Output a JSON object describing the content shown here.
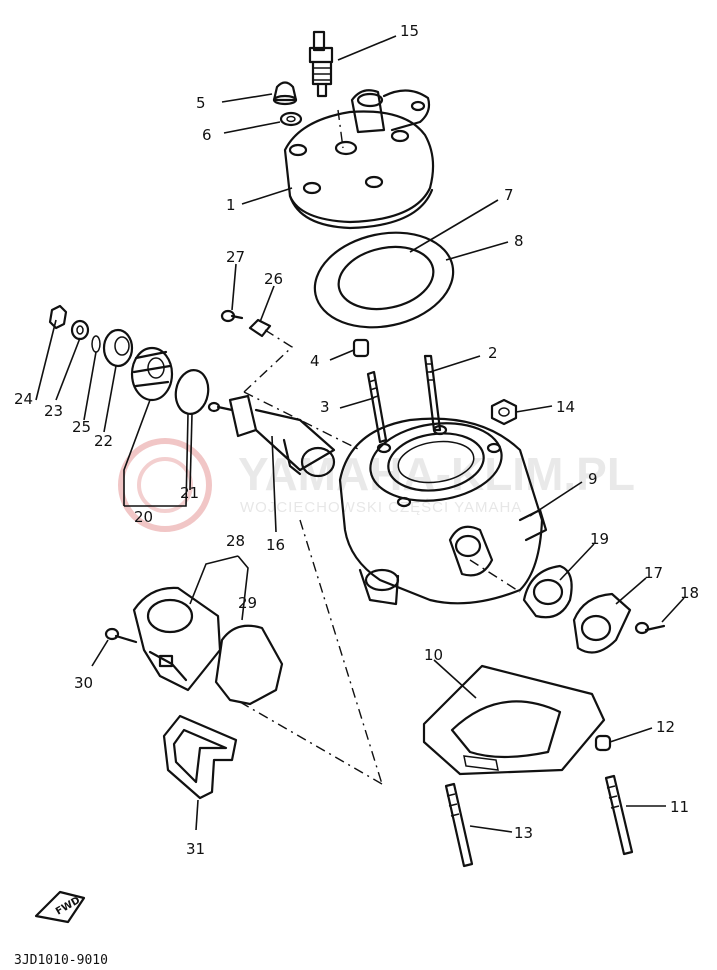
{
  "diagram": {
    "callouts": [
      "1",
      "2",
      "3",
      "4",
      "5",
      "6",
      "7",
      "8",
      "9",
      "10",
      "11",
      "12",
      "13",
      "14",
      "15",
      "16",
      "17",
      "18",
      "19",
      "20",
      "21",
      "22",
      "23",
      "24",
      "25",
      "26",
      "27",
      "28",
      "29",
      "30",
      "31"
    ],
    "fwd_label": "FWD",
    "part_code": "3JD1010-9010",
    "watermark": {
      "main": "YAMAHA-KLIM.PL",
      "sub": "WOJCIECHOWSKI CZĘŚCI YAMAHA"
    },
    "colors": {
      "line": "#111111",
      "watermark": "#d8d8d8",
      "logo_red": "#e8a0a0"
    }
  }
}
